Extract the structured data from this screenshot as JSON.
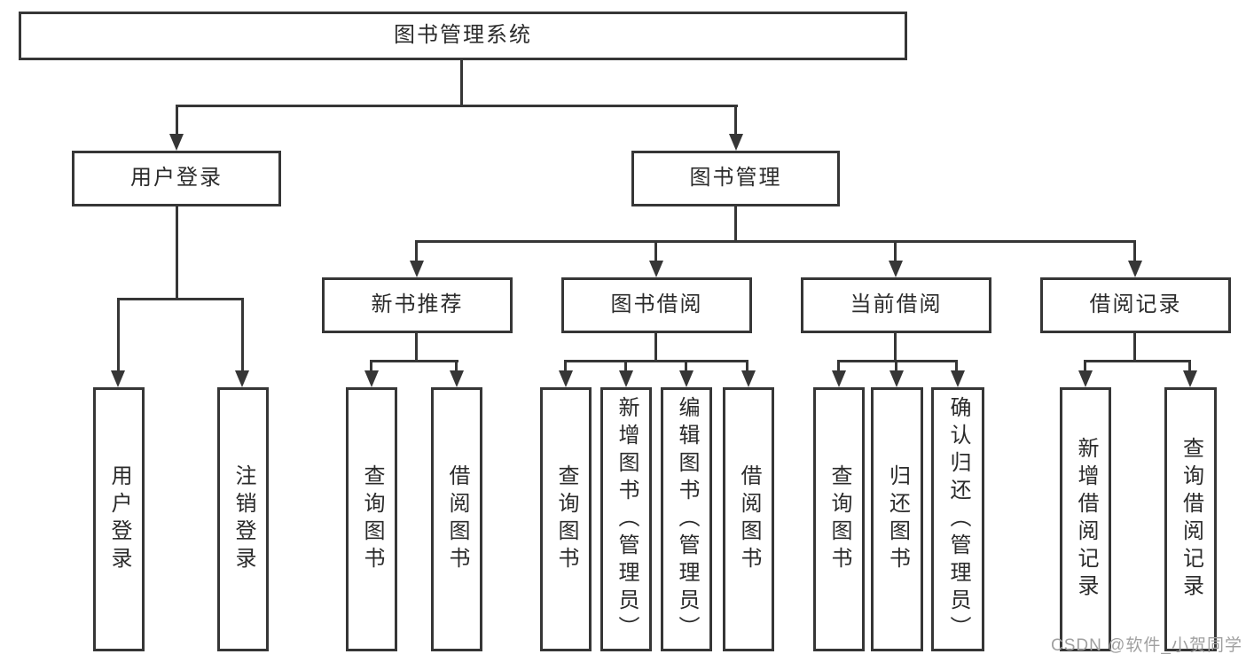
{
  "page": {
    "background": "#ffffff"
  },
  "diagram": {
    "type": "org-tree",
    "tree": {
      "root": {
        "label": "图书管理系统"
      },
      "branches": [
        {
          "label": "用户登录",
          "leaves": [
            {
              "label": "用户登录"
            },
            {
              "label": "注销登录"
            }
          ]
        },
        {
          "label": "图书管理",
          "groups": [
            {
              "label": "新书推荐",
              "leaves": [
                {
                  "label": "查询图书"
                },
                {
                  "label": "借阅图书"
                }
              ]
            },
            {
              "label": "图书借阅",
              "leaves": [
                {
                  "label": "查询图书"
                },
                {
                  "label": "新增图书（管理员）"
                },
                {
                  "label": "编辑图书（管理员）"
                },
                {
                  "label": "借阅图书"
                }
              ]
            },
            {
              "label": "当前借阅",
              "leaves": [
                {
                  "label": "查询图书"
                },
                {
                  "label": "归还图书"
                },
                {
                  "label": "确认归还（管理员）"
                }
              ]
            },
            {
              "label": "借阅记录",
              "leaves": [
                {
                  "label": "新增借阅记录"
                },
                {
                  "label": "查询借阅记录"
                }
              ]
            }
          ]
        }
      ]
    },
    "colors": {
      "line": "#363636",
      "text": "#2b2b2b",
      "node_background": "#ffffff"
    }
  },
  "watermark": {
    "text": "CSDN @软件_小贺同学",
    "color": "#a0a0a0"
  }
}
